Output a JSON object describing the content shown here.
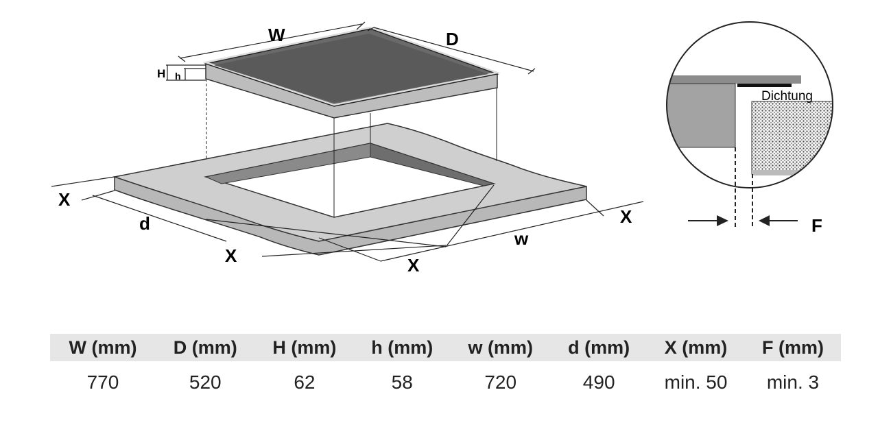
{
  "diagram": {
    "labels": {
      "W": "W",
      "D": "D",
      "H": "H",
      "h": "h",
      "d": "d",
      "w": "w",
      "x": "X",
      "F": "F"
    },
    "detail_label": "Dichtung"
  },
  "table": {
    "headers": [
      "W (mm)",
      "D (mm)",
      "H (mm)",
      "h (mm)",
      "w (mm)",
      "d (mm)",
      "X (mm)",
      "F (mm)"
    ],
    "values": [
      "770",
      "520",
      "62",
      "58",
      "720",
      "490",
      "min. 50",
      "min. 3"
    ]
  }
}
